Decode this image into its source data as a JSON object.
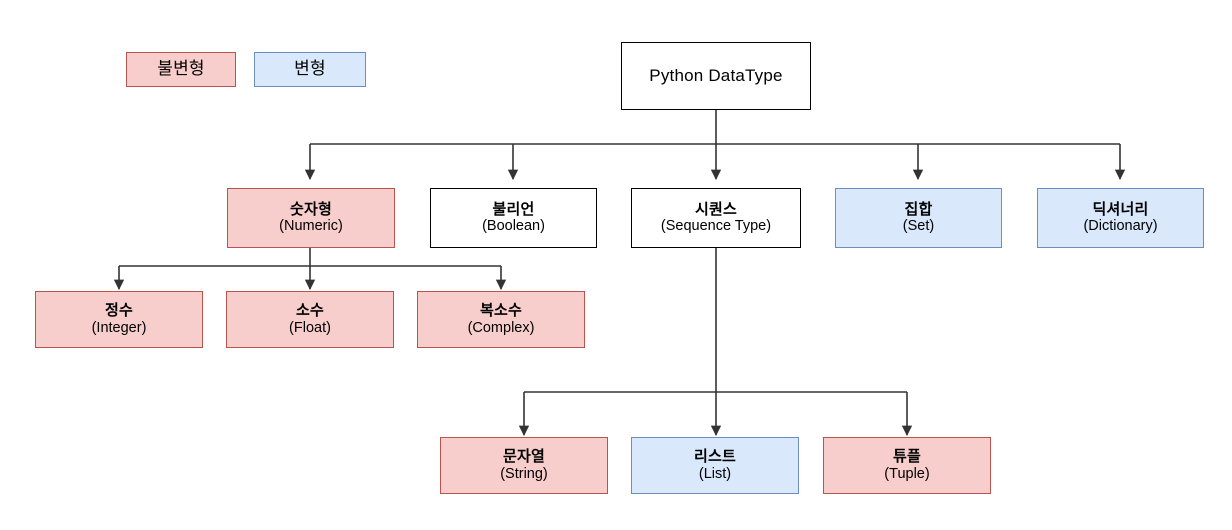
{
  "diagram": {
    "title": "Python DataType",
    "type": "tree-diagram",
    "colors": {
      "immutable_fill": "#f8cecc",
      "immutable_border": "#b85450",
      "mutable_fill": "#dae8fc",
      "mutable_border": "#6c8ebf",
      "neutral_fill": "#ffffff",
      "neutral_border": "#000000",
      "edge": "#333333",
      "background": "#ffffff"
    },
    "legend": [
      {
        "label": "불변형",
        "style": "immutable"
      },
      {
        "label": "변형",
        "style": "mutable"
      }
    ],
    "nodes": {
      "root": {
        "ko": "Python DataType",
        "en": "",
        "style": "neutral"
      },
      "numeric": {
        "ko": "숫자형",
        "en": "(Numeric)",
        "style": "immutable"
      },
      "boolean": {
        "ko": "불리언",
        "en": "(Boolean)",
        "style": "neutral"
      },
      "sequence": {
        "ko": "시퀀스",
        "en": "(Sequence Type)",
        "style": "neutral"
      },
      "set": {
        "ko": "집합",
        "en": "(Set)",
        "style": "mutable"
      },
      "dictionary": {
        "ko": "딕셔너리",
        "en": "(Dictionary)",
        "style": "mutable"
      },
      "integer": {
        "ko": "정수",
        "en": "(Integer)",
        "style": "immutable"
      },
      "float": {
        "ko": "소수",
        "en": "(Float)",
        "style": "immutable"
      },
      "complex": {
        "ko": "복소수",
        "en": "(Complex)",
        "style": "immutable"
      },
      "string": {
        "ko": "문자열",
        "en": "(String)",
        "style": "immutable"
      },
      "list": {
        "ko": "리스트",
        "en": "(List)",
        "style": "mutable"
      },
      "tuple": {
        "ko": "튜플",
        "en": "(Tuple)",
        "style": "immutable"
      }
    },
    "edges": [
      {
        "from": "root",
        "to": "numeric"
      },
      {
        "from": "root",
        "to": "boolean"
      },
      {
        "from": "root",
        "to": "sequence"
      },
      {
        "from": "root",
        "to": "set"
      },
      {
        "from": "root",
        "to": "dictionary"
      },
      {
        "from": "numeric",
        "to": "integer"
      },
      {
        "from": "numeric",
        "to": "float"
      },
      {
        "from": "numeric",
        "to": "complex"
      },
      {
        "from": "sequence",
        "to": "string"
      },
      {
        "from": "sequence",
        "to": "list"
      },
      {
        "from": "sequence",
        "to": "tuple"
      }
    ]
  }
}
